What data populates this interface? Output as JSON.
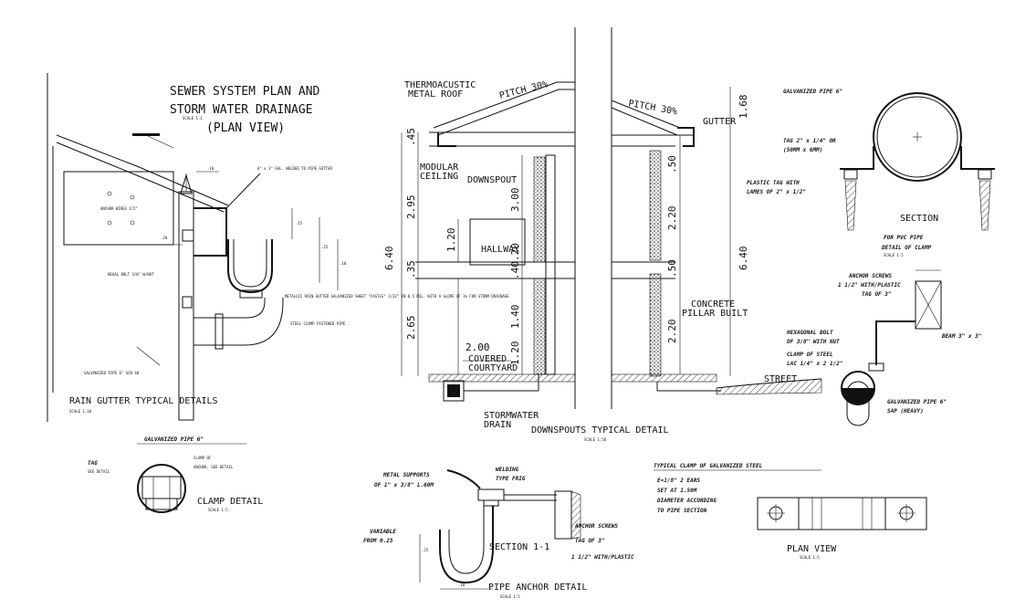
{
  "rain_gutter": {
    "title_line1": "SEWER SYSTEM PLAN AND",
    "title_line2": "STORM WATER DRAINAGE",
    "title_line3": "(PLAN VIEW)",
    "title_scale": "SCALE 1:1",
    "caption": "RAIN GUTTER TYPICAL DETAILS",
    "caption_scale": "SCALE 1:10",
    "dim_top": ".10",
    "note_top": "6\" x 3\" GAL. WELDED TO PIPE GUTTER",
    "note_anchor": "ANCHOR WIRES 1/2\"",
    "note_gutter": "METALLIC RAIN GUTTER GALVANIZED SHEET \"CASTLE\" 1/32\" IN 0.5 MIL. WITH A SLOPE OF 1% FOR STORM DRAINAGE",
    "note_clamp": "STEEL CLAMP FASTENED PIPE",
    "note_hex": "HEXAL BOLT 3/8\" W/NUT",
    "note_galv": "GALVANIZED PIPE 6\" SCH 40",
    "dim_a": ".15",
    "dim_b": ".25",
    "dim_c": ".10",
    "dim_d": ".20"
  },
  "clamp_detail": {
    "pipe_label": "GALVANIZED PIPE 6\"",
    "tag_label": "TAG",
    "tag_sub": "SEE DETAIL",
    "clamp_of": "CLAMP OF",
    "anchor_label": "ANCHOR. SEE DETAIL",
    "caption": "CLAMP DETAIL",
    "scale": "SCALE 1:5"
  },
  "downspouts": {
    "roof_label1": "THERMOACUSTIC",
    "roof_label2": "METAL ROOF",
    "pitch_left": "PITCH 30%",
    "pitch_right": "PITCH 30%",
    "gutter": "GUTTER",
    "modular1": "MODULAR",
    "modular2": "CEILING",
    "downspout": "DOWNSPOUT",
    "hallway": "HALLWAY",
    "covered1": "COVERED",
    "covered2": "COURTYARD",
    "concrete1": "CONCRETE",
    "concrete2": "PILLAR BUILT",
    "street": "STREET",
    "storm1": "STORMWATER",
    "storm2": "DRAIN",
    "caption": "DOWNSPOUTS TYPICAL DETAIL",
    "caption_scale": "SCALE 1:50",
    "dim_640_left": "6.40",
    "dim_295": "2.95",
    "dim_45": ".45",
    "dim_35": ".35",
    "dim_265": "2.65",
    "dim_120_a": "1.20",
    "dim_300": "3.00",
    "dim_40": ".40",
    "dim_20": ".20",
    "dim_140": "1.40",
    "dim_120_b": "1.20",
    "dim_200": "2.00",
    "dim_168": "1.68",
    "dim_50_a": ".50",
    "dim_220_a": "2.20",
    "dim_50_b": ".50",
    "dim_220_b": "2.20",
    "dim_640_right": "6.40"
  },
  "pvc_clamp": {
    "pipe_label": "GALVANIZED PIPE 6\"",
    "tag1": "TAG 2\" x 1/4\" OR",
    "tag1b": "(50MM x 6MM)",
    "tag2": "PLASTIC TAG WITH",
    "tag2b": "LAMES OF 2\" x 1/2\"",
    "section": "SECTION",
    "for_pvc": "FOR PVC PIPE",
    "detail_clamp": "DETAIL OF CLAMP",
    "scale": "SCALE 1:5"
  },
  "beam_detail": {
    "anchor1": "ANCHOR SCREWS",
    "anchor2": "1 1/2\" WITH/PLASTIC",
    "anchor3": "TAG OF 3\"",
    "hex1": "HEXAGONAL BOLT",
    "hex2": "OF 3/8\" WITH NUT",
    "clamp1": "CLAMP OF STEEL",
    "clamp2": "LAC 1/4\" x 2 1/2\"",
    "beam": "BEAM 3\" x 3\"",
    "galv1": "GALVANIZED PIPE 6\"",
    "galv2": "SAP (HEAVY)"
  },
  "pipe_anchor": {
    "metal1": "METAL SUPPORTS",
    "metal2": "OF 1\" x 3/8\" L.60M",
    "welding1": "WELDING",
    "welding2": "TYPE FRIG",
    "variable1": "VARIABLE",
    "variable2": "FROM 0.25",
    "anchor1": "ANCHOR SCREWS",
    "anchor2": "TAG OF 3\"",
    "anchor3": "1 1/2\" WITH/PLASTIC",
    "section": "SECTION 1-1",
    "caption": "PIPE ANCHOR DETAIL",
    "scale": "SCALE 1:5",
    "dim_bottom": ".18",
    "dim_side": ".25"
  },
  "plan_view": {
    "title": "TYPICAL CLAMP OF GALVANIZED STEEL",
    "note1": "E=1/8\" 2 EARS",
    "note2": "SET AT 1.50M",
    "note3": "DIAMETER ACCORDING",
    "note4": "TO PIPE SECTION",
    "caption": "PLAN VIEW",
    "scale": "SCALE 1:5"
  }
}
